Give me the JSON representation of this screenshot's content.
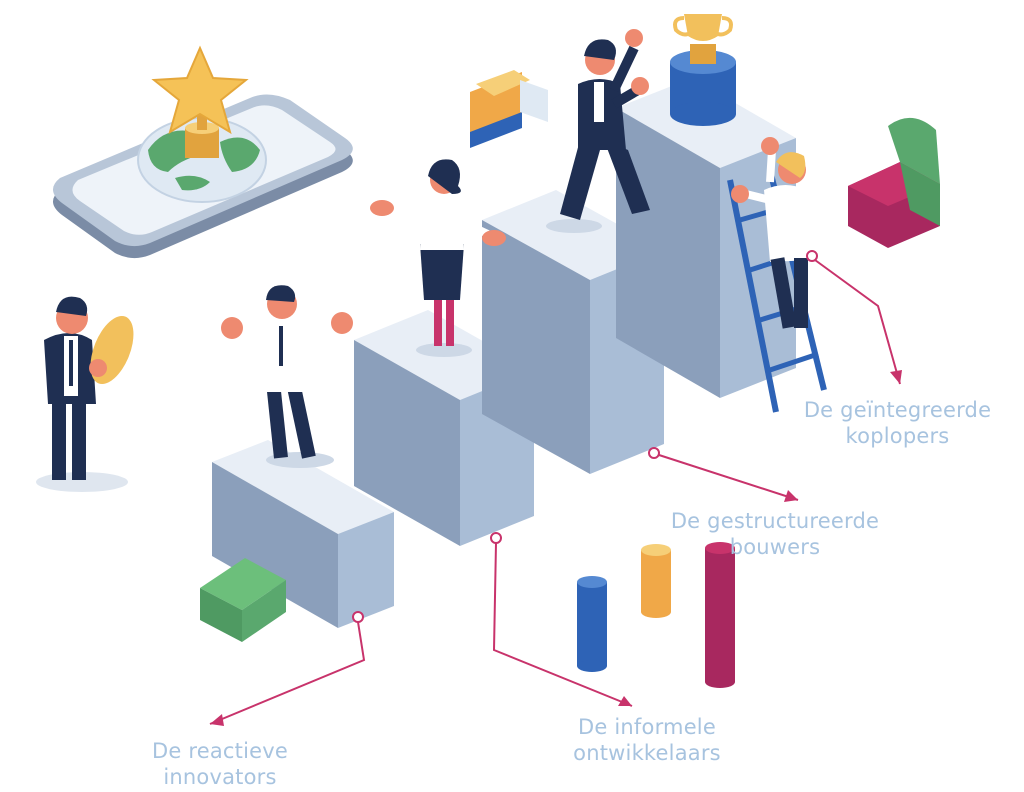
{
  "labels": {
    "reactive": {
      "line1": "De reactieve",
      "line2": "innovators"
    },
    "informal": {
      "line1": "De informele",
      "line2": "ontwikkelaars"
    },
    "structured": {
      "line1": "De gestructureerde",
      "line2": "bouwers"
    },
    "leaders": {
      "line1": "De geïntegreerde",
      "line2": "koplopers"
    }
  },
  "colors": {
    "label_text": "#a7c3df",
    "pointer_line": "#c8336b",
    "block_top": "#e8eef6",
    "block_left": "#8b9fbb",
    "block_right": "#a9bdd6",
    "navy": "#1f2f52",
    "skin": "#ee8a70",
    "gold": "#f2c05c",
    "green": "#5aa86e",
    "magenta": "#a8285f",
    "blue": "#2e63b6",
    "orange": "#f0a848"
  },
  "icons": [
    "star-trophy-icon",
    "globe-icon",
    "cup-trophy-icon",
    "pie-chart-icon",
    "bar-chart-icon"
  ]
}
